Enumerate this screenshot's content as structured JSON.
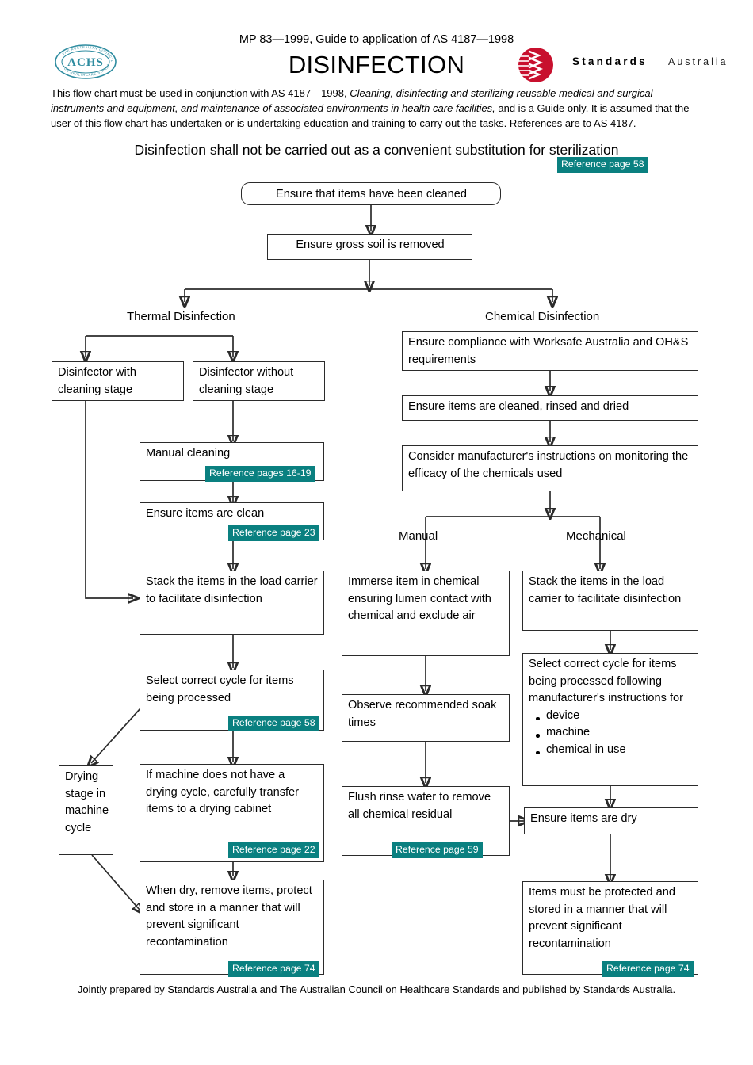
{
  "header": {
    "standard_line": "MP 83—1999, Guide to application of AS 4187—1998",
    "title": "DISINFECTION",
    "intro_part1": "This flow chart must be used in conjunction with AS 4187—1998, ",
    "intro_italic": "Cleaning, disinfecting and sterilizing reusable medical and surgical instruments and equipment, and maintenance of associated environments in health care facilities,",
    "intro_part2": " and is a Guide only. It is assumed that the user of this flow chart has undertaken or is undertaking education and training to carry out the tasks. References are to AS 4187.",
    "banner": "Disinfection shall not be carried out as a convenient substitution for sterilization",
    "banner_badge": "Reference page 58"
  },
  "logos": {
    "achs_text": "ACHS",
    "achs_ring_top": "THE AUSTRALIAN COUNCIL",
    "achs_ring_bottom": "ON HEALTHCARE STANDARDS",
    "sa_bold": "Standards",
    "sa_light": "Australia"
  },
  "colors": {
    "badge_teal": "#0a8080",
    "line": "#2b2b2b",
    "achs_blue": "#2e8ca0",
    "sa_red": "#c8102e"
  },
  "captions": {
    "thermal": "Thermal Disinfection",
    "chemical": "Chemical Disinfection",
    "manual": "Manual",
    "mechanical": "Mechanical"
  },
  "nodes": {
    "ensure_cleaned": "Ensure that items have been cleaned",
    "gross_soil": "Ensure gross soil is removed",
    "disinfector_with": "Disinfector with cleaning stage",
    "disinfector_without": "Disinfector without cleaning stage",
    "manual_cleaning": "Manual cleaning",
    "manual_cleaning_ref": "Reference pages 16-19",
    "items_clean": "Ensure items are clean",
    "items_clean_ref": "Reference page 23",
    "stack_items_left": "Stack the items in the load carrier to facilitate disinfection",
    "select_cycle_left": "Select correct cycle for items being processed",
    "select_cycle_left_ref": "Reference page 58",
    "drying_stage": "Drying stage in machine cycle",
    "drying_cabinet": "If machine does not have a drying cycle, carefully transfer items to a drying cabinet",
    "drying_cabinet_ref": "Reference page 22",
    "when_dry": "When dry, remove items, protect and store in a manner that will prevent significant recontamination",
    "when_dry_ref": "Reference page 74",
    "worksafe": "Ensure compliance with Worksafe Australia and OH&S requirements",
    "cleaned_rinsed_dried": "Ensure items are cleaned, rinsed and dried",
    "consider_manufacturer": "Consider manufacturer's instructions on monitoring the efficacy of the chemicals used",
    "immerse": "Immerse item in chemical ensuring lumen contact with chemical and exclude air",
    "soak_times": "Observe recommended soak times",
    "flush_rinse": "Flush rinse water to remove all chemical residual",
    "flush_rinse_ref": "Reference page 59",
    "stack_items_right": "Stack the items in the load carrier to facilitate disinfection",
    "select_cycle_right_intro": "Select correct cycle for items being processed following manufacturer's instructions for",
    "select_cycle_right_bullets": [
      "device",
      "machine",
      "chemical in use"
    ],
    "items_dry": "Ensure items are dry",
    "items_protected": "Items must be protected and stored in a manner that will prevent significant recontamination",
    "items_protected_ref": "Reference page 74"
  },
  "footer": {
    "text": "Jointly prepared by Standards Australia and The Australian Council on Healthcare Standards and published by Standards Australia."
  }
}
